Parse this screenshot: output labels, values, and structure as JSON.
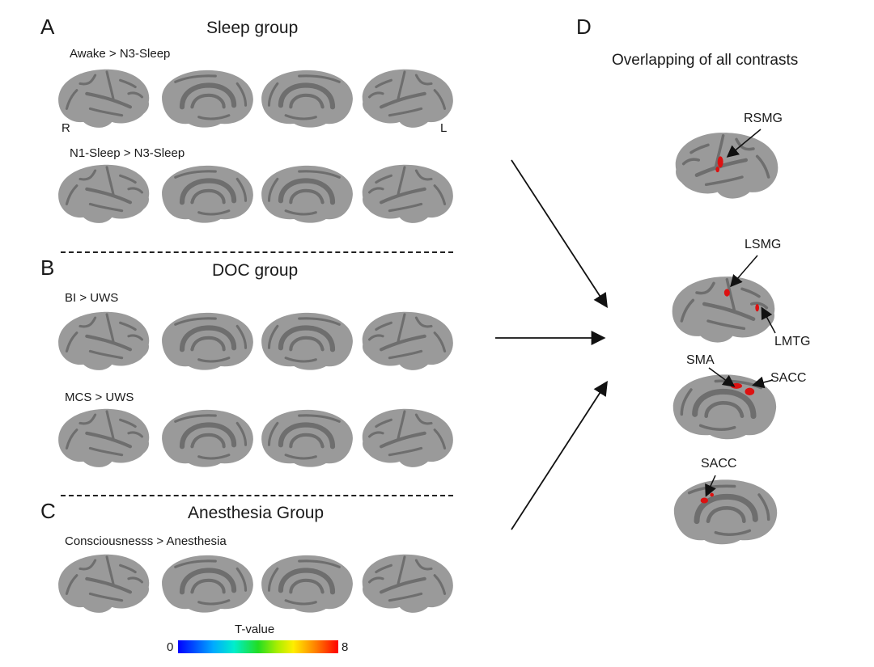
{
  "panels": {
    "A": {
      "letter": "A",
      "title": "Sleep group",
      "contrasts": [
        {
          "label": "Awake > N3-Sleep"
        },
        {
          "label": "N1-Sleep > N3-Sleep"
        }
      ],
      "hemisphere_labels": {
        "right": "R",
        "left": "L"
      }
    },
    "B": {
      "letter": "B",
      "title": "DOC group",
      "contrasts": [
        {
          "label": "BI > UWS"
        },
        {
          "label": "MCS > UWS"
        }
      ]
    },
    "C": {
      "letter": "C",
      "title": "Anesthesia Group",
      "contrasts": [
        {
          "label": "Consciousnesss > Anesthesia"
        }
      ]
    },
    "D": {
      "letter": "D",
      "title": "Overlapping of all contrasts",
      "regions": [
        "RSMG",
        "LSMG",
        "LMTG",
        "SMA",
        "SACC",
        "SACC"
      ]
    }
  },
  "colorbar": {
    "title": "T-value",
    "min_label": "0",
    "max_label": "8",
    "colors": [
      "#0000ff",
      "#00aaff",
      "#00eecc",
      "#22dd22",
      "#aaee00",
      "#ffee00",
      "#ff8800",
      "#ff0000"
    ]
  },
  "colors": {
    "brain_base": "#9a9a9a",
    "sulci": "#6e6e6e",
    "overlap": "#dd1111"
  }
}
